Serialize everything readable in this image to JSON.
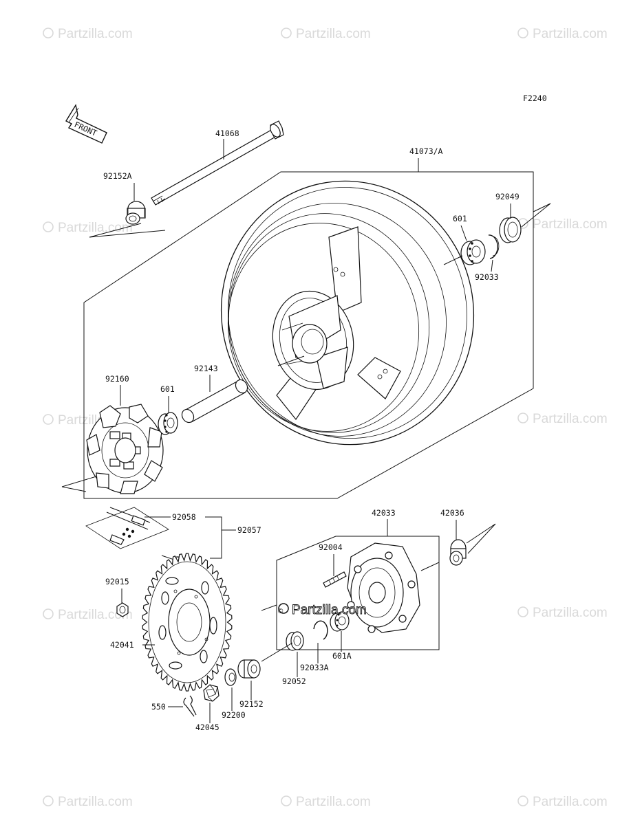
{
  "figure_code": "F2240",
  "front_label": "FRONT",
  "watermark_text": "Partzilla.com",
  "center_watermark_text": "Partzilla.com",
  "colors": {
    "line": "#111111",
    "watermark": "#d9d9d9",
    "background": "#ffffff"
  },
  "parts": {
    "axle": "41068",
    "wheel": "41073/A",
    "axle_collar_left": "92152A",
    "bearing_right": "601",
    "seal_right": "92049",
    "circlip_right": "92033",
    "damper": "92160",
    "bearing_left": "601",
    "spacer_tube": "92143",
    "chain_link": "92058",
    "chain": "92057",
    "coupling": "42033",
    "coupling_collar": "42036",
    "stud": "92004",
    "sprocket_nut": "92015",
    "sprocket": "42041",
    "bearing_coupling": "601A",
    "circlip_coupling": "92033A",
    "seal_coupling": "92052",
    "collar_coupling": "92152",
    "washer": "92200",
    "cotter_pin": "550",
    "axle_nut": "42045"
  }
}
